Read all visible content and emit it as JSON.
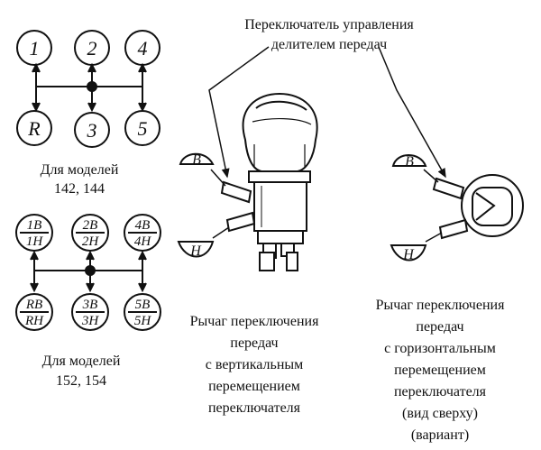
{
  "header": {
    "line1": "Переключатель управления",
    "line2": "делителем передач"
  },
  "pattern_a": {
    "top": [
      "1",
      "2",
      "4"
    ],
    "bottom": [
      "R",
      "3",
      "5"
    ],
    "caption1": "Для  моделей",
    "caption2": "142, 144"
  },
  "pattern_b": {
    "top": [
      [
        "1B",
        "1H"
      ],
      [
        "2B",
        "2H"
      ],
      [
        "4B",
        "4H"
      ]
    ],
    "bottom": [
      [
        "RB",
        "RH"
      ],
      [
        "3B",
        "3H"
      ],
      [
        "5B",
        "5H"
      ]
    ],
    "caption1": "Для  моделей",
    "caption2": "152, 154"
  },
  "vertical_lever": {
    "label_b": "B",
    "label_h": "H",
    "caption": [
      "Рычаг переключения",
      "передач",
      "с вертикальным",
      "перемещением",
      "переключателя"
    ]
  },
  "horizontal_lever": {
    "label_b": "B",
    "label_h": "H",
    "caption": [
      "Рычаг переключения",
      "передач",
      "с горизонтальным",
      "перемещением",
      "переключателя",
      "(вид сверху)",
      "(вариант)"
    ]
  },
  "colors": {
    "ink": "#111111",
    "background": "#ffffff"
  }
}
